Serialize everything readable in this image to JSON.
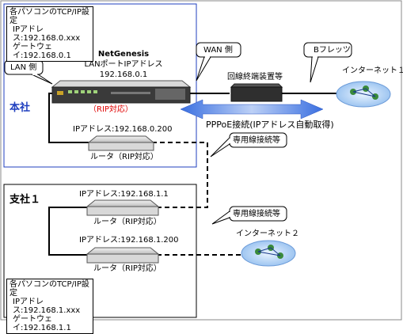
{
  "hq": {
    "site_label": "本社",
    "pc_settings": {
      "title": "各パソコンのTCP/IP設定",
      "ip": "IPアドレス:192.168.0.xxx",
      "gateway": "ゲートウェイ:192.168.0.1"
    },
    "netgenesis": {
      "name": "NetGenesis",
      "port": "LANポートIPアドレス",
      "ip": "192.168.0.1",
      "rip": "（RIP対応）"
    },
    "lan_side": "LAN 側",
    "wan_side": "WAN 側",
    "router": {
      "ip": "IPアドレス:192.168.0.200",
      "name": "ルータ（RIP対応）"
    },
    "ont_label": "回線終端装置等",
    "service_label": "Bフレッツ",
    "internet_label": "インターネット１",
    "pppoe_label": "PPPoE接続(IPアドレス自動取得)",
    "leased_line": "専用線接続等"
  },
  "branch": {
    "site_label": "支社１",
    "router1": {
      "ip": "IPアドレス:192.168.1.1",
      "name": "ルータ（RIP対応）"
    },
    "router2": {
      "ip": "IPアドレス:192.168.1.200",
      "name": "ルータ（RIP対応）"
    },
    "leased_line": "専用線接続等",
    "internet_label": "インターネット２",
    "pc_settings": {
      "title": "各パソコンのTCP/IP設定",
      "ip": "IPアドレス:192.168.1.xxx",
      "gateway": "ゲートウェイ:192.168.1.1"
    }
  },
  "colors": {
    "site_frame": "#1f3fbf",
    "site_label": "#1f3fbf",
    "rip_text": "#e00000",
    "pppoe_arrow": "#3a6fe0",
    "router_face": "#d8d8d8",
    "device_dark": "#303030"
  }
}
